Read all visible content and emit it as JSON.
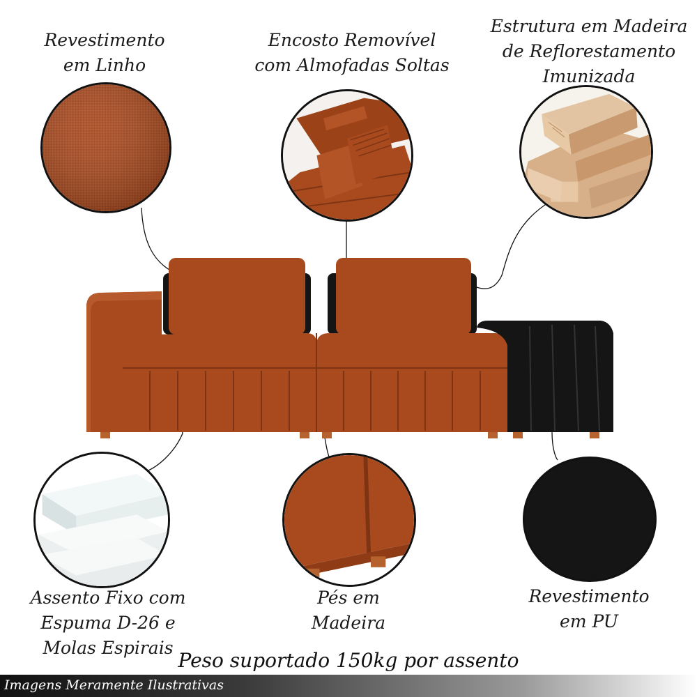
{
  "features": {
    "linen": {
      "lines": [
        "Revestimento",
        "em Linho"
      ]
    },
    "backrest": {
      "lines": [
        "Encosto Removível",
        "com Almofadas Soltas"
      ]
    },
    "structure": {
      "lines": [
        "Estrutura em Madeira",
        "de Reflorestamento",
        "Imunizada"
      ]
    },
    "seat": {
      "lines": [
        "Assento Fixo com",
        "Espuma D-26 e",
        "Molas Espirais"
      ]
    },
    "feet": {
      "lines": [
        "Pés em",
        "Madeira"
      ]
    },
    "pu": {
      "lines": [
        "Revestimento",
        "em PU"
      ]
    }
  },
  "weight_note": "Peso suportado 150kg por assento",
  "footer_note": "Imagens Meramente Ilustrativas",
  "colors": {
    "fabric": "#a84a1e",
    "fabric_dark": "#7e3413",
    "pu_black": "#151515",
    "wood": "#d9b48f",
    "foam": "#eef3f3"
  }
}
